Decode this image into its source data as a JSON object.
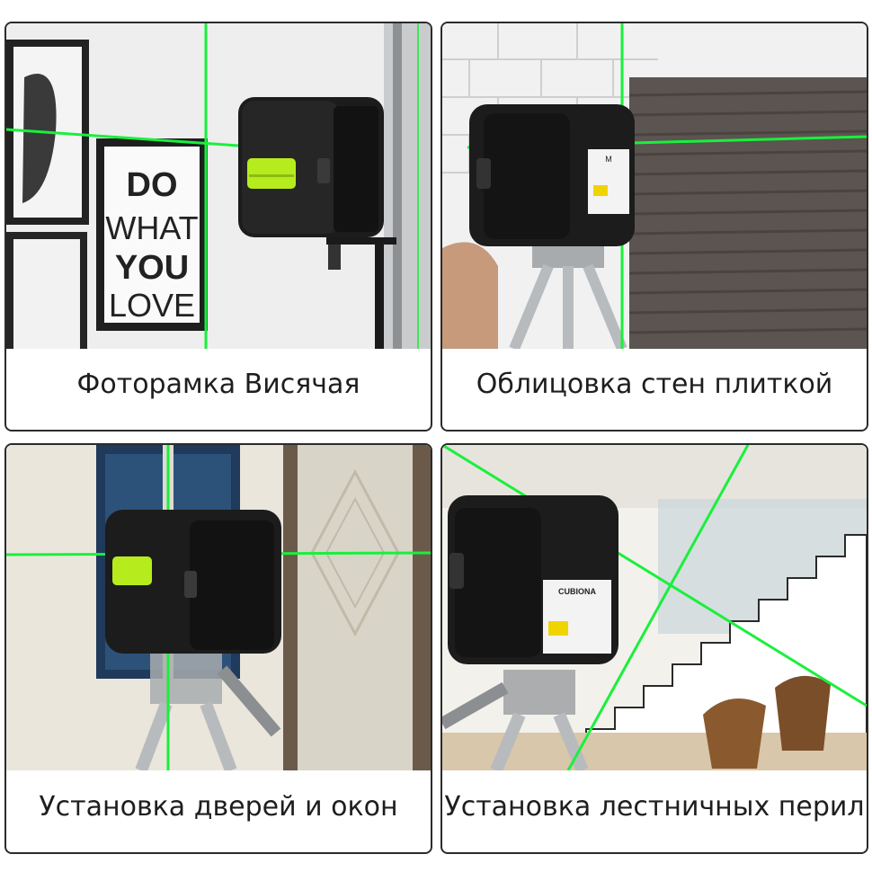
{
  "panels": [
    {
      "caption": "Фоторамка Висячая",
      "poster_text": [
        "DO",
        "WHAT",
        "YOU",
        "LOVE"
      ]
    },
    {
      "caption": "Облицовка стен плиткой",
      "device_label": "M"
    },
    {
      "caption": "Установка дверей и окон"
    },
    {
      "caption": "Установка лестничных перил",
      "brand_label": "CUBIONA"
    }
  ],
  "colors": {
    "laser_green": "#19f03c",
    "device_black": "#1c1c1c",
    "switch_lime": "#b6ec1e",
    "border": "#2b2b2b"
  },
  "icons": [
    "laser-level-device",
    "tripod",
    "level-switch",
    "photo-frame",
    "staircase",
    "chair"
  ]
}
